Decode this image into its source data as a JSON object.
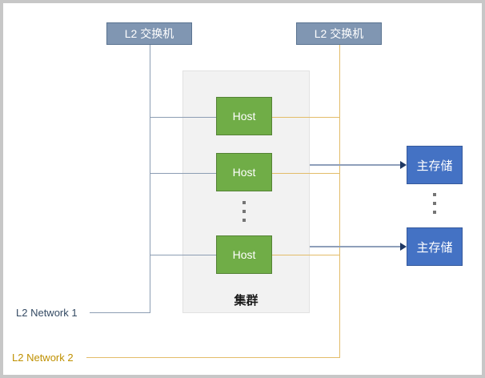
{
  "diagram": {
    "switch_top_left": {
      "label": "L2 交换机"
    },
    "switch_top_right": {
      "label": "L2 交换机"
    },
    "cluster": {
      "label": "集群",
      "hosts": [
        {
          "label": "Host"
        },
        {
          "label": "Host"
        },
        {
          "label": "Host"
        }
      ],
      "ellipsis": "⋮"
    },
    "storages": [
      {
        "label": "主存储"
      },
      {
        "label": "主存储"
      }
    ],
    "storage_ellipsis": "⋮",
    "network_labels": [
      {
        "label": "L2 Network 1"
      },
      {
        "label": "L2 Network 2"
      }
    ],
    "colors": {
      "switch_fill": "#8096B2",
      "switch_border": "#5A7390",
      "host_fill": "#70AD47",
      "host_border": "#548235",
      "storage_fill": "#4472C4",
      "storage_border": "#35599C",
      "cluster_fill": "#F2F2F2",
      "cluster_border": "#E2E2E2",
      "network1_line": "#8C9DB3",
      "network2_line": "#E3BC69",
      "arrow_line": "#8E9FBA",
      "arrow_head": "#1F3864",
      "network1_text": "#344A63",
      "network2_text": "#BF9000",
      "frame_border": "#C7C7C7"
    }
  }
}
